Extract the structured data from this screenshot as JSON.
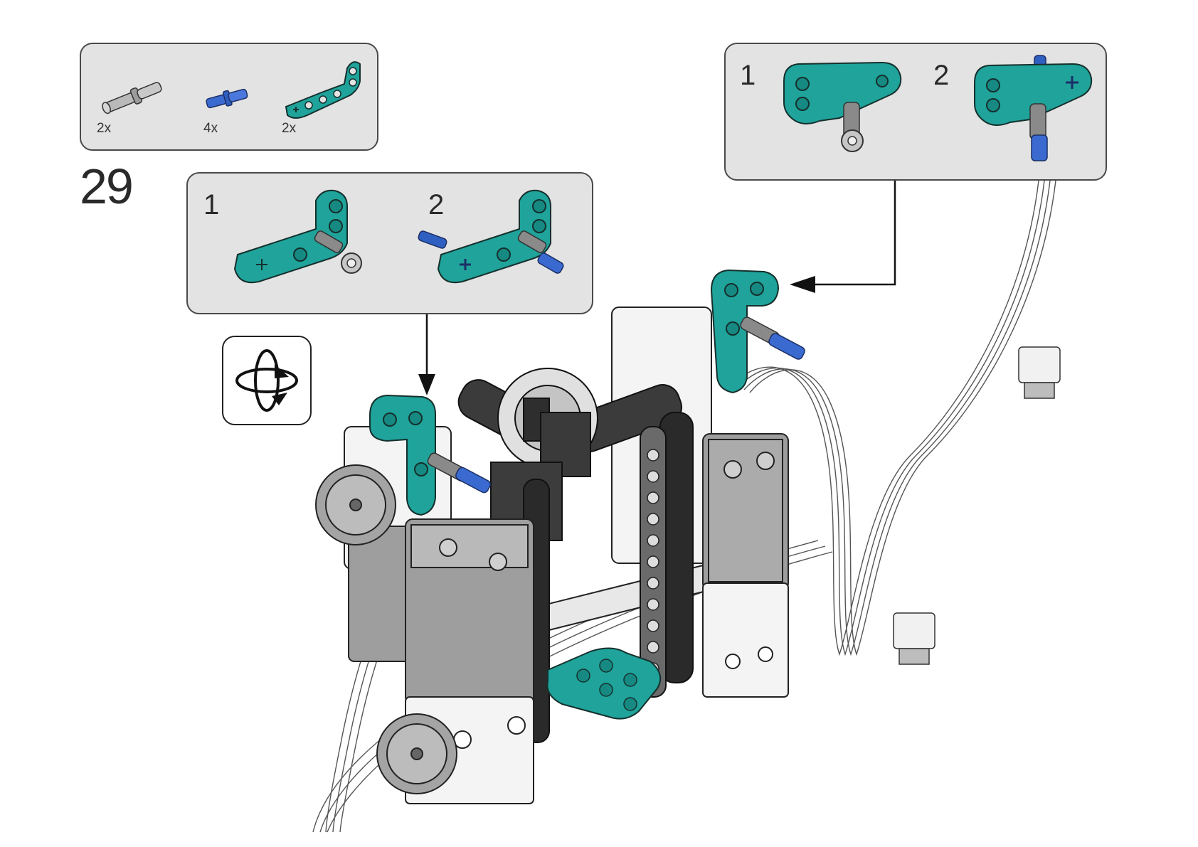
{
  "step": {
    "number": "29"
  },
  "parts_list": {
    "items": [
      {
        "icon": "friction-axle-pin-gray-icon",
        "quantity": "2x"
      },
      {
        "icon": "axle-pin-blue-icon",
        "quantity": "4x"
      },
      {
        "icon": "l-beam-teal-icon",
        "quantity": "2x"
      }
    ]
  },
  "callout_left": {
    "substeps": [
      {
        "label": "1"
      },
      {
        "label": "2"
      }
    ]
  },
  "callout_right": {
    "substeps": [
      {
        "label": "1"
      },
      {
        "label": "2"
      }
    ]
  },
  "colors": {
    "teal": "#1fa39a",
    "blue": "#2f5fc0",
    "gray": "#a8a8a8",
    "dark": "#3a3a3a",
    "panel": "#e3e3e3"
  }
}
